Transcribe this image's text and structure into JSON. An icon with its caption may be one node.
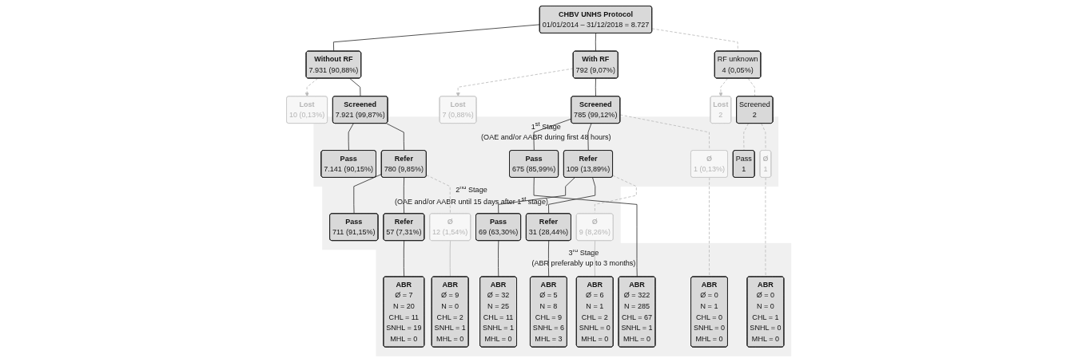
{
  "diagram": {
    "nodes": [
      {
        "text": [
          "CHBV UNHS Protocol",
          "01/01/2014 – 31/12/2018 = 8.727"
        ]
      },
      {
        "text": [
          "Without RF",
          "7.931 (90,88%)"
        ]
      },
      {
        "text": [
          "With RF",
          "792 (9,07%)"
        ]
      },
      {
        "text": [
          "RF unknown",
          "4 (0,05%)"
        ]
      },
      {
        "text": [
          "Lost",
          "10 (0,13%)"
        ]
      },
      {
        "text": [
          "Lost",
          "7 (0,88%)"
        ]
      },
      {
        "text": [
          "Lost",
          "2"
        ]
      },
      {
        "text": [
          "Screened",
          "7.921 (99,87%)"
        ]
      },
      {
        "text": [
          "Screened",
          "785 (99,12%)"
        ]
      },
      {
        "text": [
          "Screened",
          "2"
        ]
      },
      {
        "text": [
          "1$^{st}$ Stage",
          "(OAE and/or AABR during first 48 hours)"
        ]
      },
      {
        "text": [
          "Pass",
          "7.141 (90,15%)"
        ],
        "in": 10
      },
      {
        "text": [
          "Refer",
          "780 (9,85%)"
        ],
        "in": 10
      },
      {
        "text": [
          "Pass",
          "675 (85,99%)"
        ],
        "in": 10
      },
      {
        "text": [
          "Refer",
          "109 (13,89%)"
        ],
        "in": 10
      },
      {
        "text": [
          "Ø",
          "1 (0,13%)"
        ],
        "in": 10
      },
      {
        "text": [
          "Pass",
          "1"
        ],
        "in": 10
      },
      {
        "text": [
          "Ø",
          "1"
        ],
        "in": 10
      },
      {
        "text": [
          "2$^{nd}$ Stage",
          "(OAE and/or AABR until 15 days after 1$^{st}$ stage)"
        ]
      },
      {
        "text": [
          "Pass",
          "711 (91,15%)"
        ],
        "in": 18
      },
      {
        "text": [
          "Refer",
          "57 (7,31%)"
        ],
        "in": 18
      },
      {
        "text": [
          "Ø",
          "12 (1,54%)"
        ],
        "in": 18
      },
      {
        "text": [
          "Pass",
          "69 (63,30%)"
        ],
        "in": 18
      },
      {
        "text": [
          "Refer",
          "31 (28,44%)"
        ],
        "in": 18
      },
      {
        "text": [
          "Ø",
          "9 (8,26%)"
        ],
        "in": 18
      },
      {
        "text": [
          "3$^{rd}$ Stage",
          "(ABR preferably up to 3 months)"
        ]
      },
      {
        "text": [
          "ABR",
          "Ø = 7",
          "N = 20",
          "CHL = 11",
          "SNHL = 19",
          "MHL = 0"
        ],
        "in": 25
      },
      {
        "text": [
          "ABR",
          "Ø = 9",
          "N = 0",
          "CHL = 2",
          "SNHL = 1",
          "MHL = 0"
        ],
        "in": 25
      },
      {
        "text": [
          "ABR",
          "Ø = 322",
          "N = 285",
          "CHL = 67",
          "SNHL = 1",
          "MHL = 0"
        ],
        "in": 25
      },
      {
        "text": [
          "ABR",
          "Ø = 32",
          "N = 25",
          "CHL = 11",
          "SNHL = 1",
          "MHL = 0"
        ],
        "in": 25
      },
      {
        "text": [
          "ABR",
          "Ø = 5",
          "N = 8",
          "CHL = 9",
          "SNHL = 6",
          "MHL = 3"
        ],
        "in": 25
      },
      {
        "text": [
          "ABR",
          "Ø = 6",
          "N = 1",
          "CHL = 2",
          "SNHL = 0",
          "MHL = 0"
        ],
        "in": 25
      },
      {
        "text": [
          "ABR",
          "Ø = 0",
          "N = 1",
          "CHL = 0",
          "SNHL = 0",
          "MHL = 0"
        ],
        "in": 25
      },
      {
        "text": [
          "ABR",
          "Ø = 0",
          "N = 0",
          "CHL = 1",
          "SNHL = 0",
          "MHL = 0"
        ],
        "in": 25
      }
    ],
    "edges": [
      {
        "from": 0,
        "to": 1,
        "arrow": "none"
      },
      {
        "from": 0,
        "to": 2,
        "arrow": "none"
      },
      {
        "from": 0,
        "to": 3,
        "arrow": "none",
        "style": "dashed",
        "color": "#bbbbbb"
      },
      {
        "from": 1,
        "to": 4,
        "arrow": "to",
        "style": "dashed",
        "color": "#bbbbbb"
      },
      {
        "from": 1,
        "to": 7,
        "arrow": "none"
      },
      {
        "from": 2,
        "to": 5,
        "arrow": "to",
        "style": "dashed",
        "color": "#bbbbbb"
      },
      {
        "from": 2,
        "to": 8,
        "arrow": "none"
      },
      {
        "from": 3,
        "to": 6,
        "arrow": "to",
        "style": "dashed",
        "color": "#bbbbbb"
      },
      {
        "from": 3,
        "to": 9,
        "arrow": "none",
        "style": "dashed",
        "color": "#bbbbbb"
      },
      {
        "from": 7,
        "to": 11,
        "arrow": "none"
      },
      {
        "from": 7,
        "to": 12,
        "arrow": "none"
      },
      {
        "from": 8,
        "to": 13,
        "arrow": "none"
      },
      {
        "from": 8,
        "to": 14,
        "arrow": "none"
      },
      {
        "from": 8,
        "to": 15,
        "arrow": "none",
        "style": "dashed",
        "color": "#bbbbbb"
      },
      {
        "from": 9,
        "to": 16,
        "arrow": "none",
        "style": "dashed",
        "color": "#bbbbbb"
      },
      {
        "from": 9,
        "to": 17,
        "arrow": "none",
        "style": "dashed",
        "color": "#bbbbbb"
      },
      {
        "from": 12,
        "to": 19,
        "arrow": "none"
      },
      {
        "from": 12,
        "to": 20,
        "arrow": "none"
      },
      {
        "from": 12,
        "to": 21,
        "arrow": "none",
        "style": "dashed",
        "color": "#bbbbbb"
      },
      {
        "from": 14,
        "to": 22,
        "arrow": "none"
      },
      {
        "from": 14,
        "to": 23,
        "arrow": "none"
      },
      {
        "from": 14,
        "to": 24,
        "arrow": "none",
        "style": "dashed",
        "color": "#bbbbbb"
      },
      {
        "from": 20,
        "to": 26,
        "arrow": "none"
      },
      {
        "from": 21,
        "to": 27,
        "arrow": "none",
        "color": "#bbbbbb"
      },
      {
        "from": 13,
        "to": 28,
        "arrow": "none"
      },
      {
        "from": 22,
        "to": 29,
        "arrow": "none"
      },
      {
        "from": 23,
        "to": 30,
        "arrow": "none"
      },
      {
        "from": 24,
        "to": 31,
        "arrow": "none",
        "color": "#bbbbbb"
      },
      {
        "from": 15,
        "to": 32,
        "arrow": "none",
        "style": "dashed",
        "color": "#bbbbbb"
      },
      {
        "from": 17,
        "to": 33,
        "arrow": "none",
        "style": "dashed",
        "color": "#bbbbbb"
      }
    ]
  }
}
